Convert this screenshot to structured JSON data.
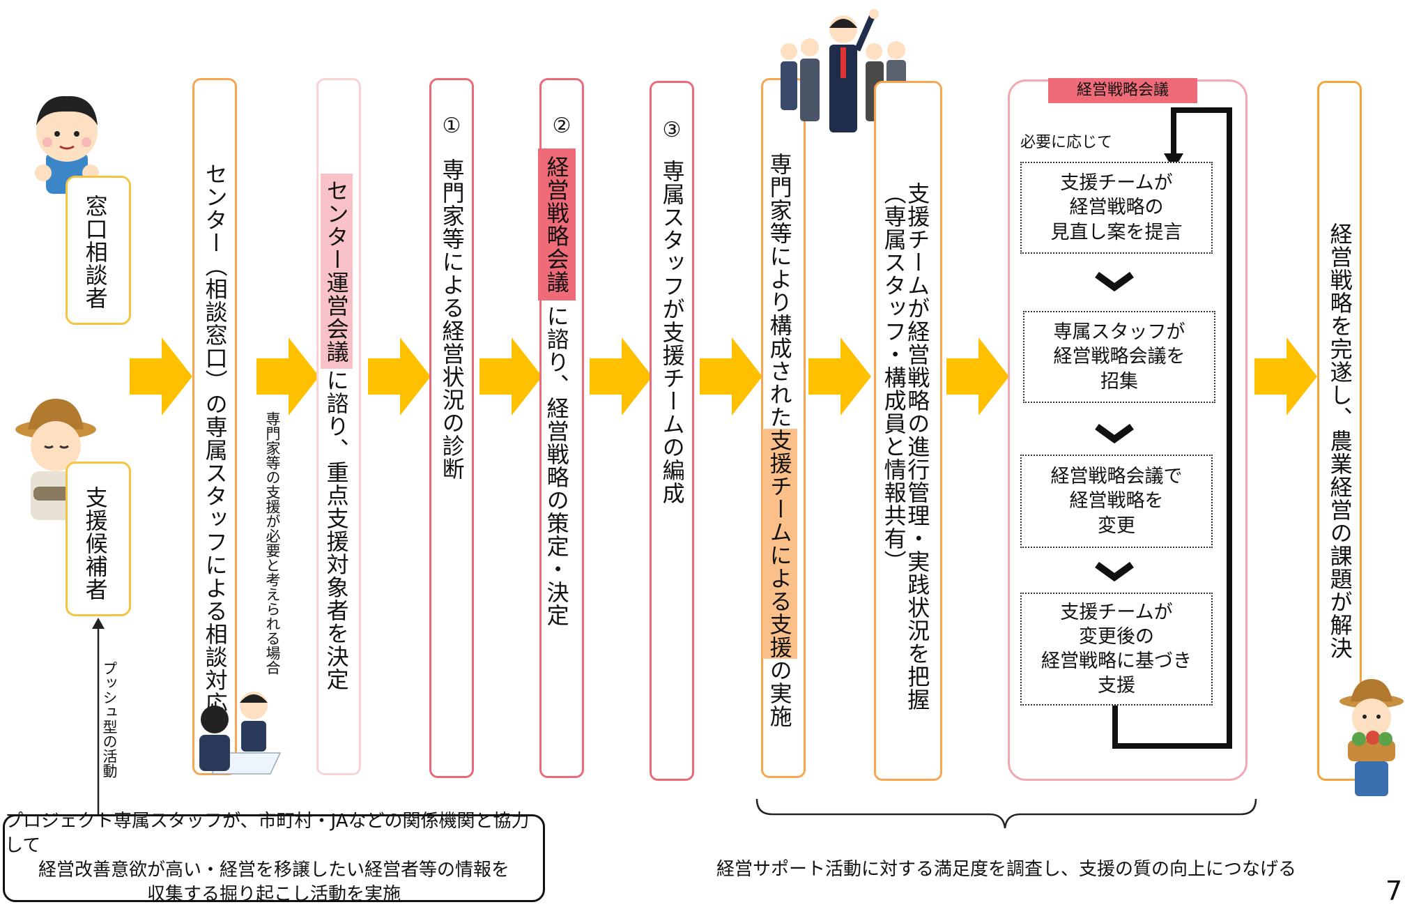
{
  "left": {
    "window_consultant": "窓口相談者",
    "support_candidate": "支援候補者",
    "push_activity": "プッシュ型の活動",
    "project_box_lines": [
      "プロジェクト専属スタッフが、市町村・JAなどの関係機関と協力して",
      "経営改善意欲が高い・経営を移譲したい経営者等の情報を",
      "収集する掘り起こし活動を実施"
    ]
  },
  "columns": {
    "center": {
      "text": "センター（相談窓口）の専属スタッフによる相談対応"
    },
    "note_expert": "専門家等の支援が必要と考えられる場合",
    "meeting": {
      "highlight": "センター運営会議",
      "rest": "に諮り、重点支援対象者を決定"
    },
    "step1": {
      "num": "①",
      "text": "専門家等による経営状況の診断"
    },
    "step2": {
      "num": "②",
      "highlight": "経営戦略会議",
      "rest": "に諮り、経営戦略の策定・決定"
    },
    "step3": {
      "num": "③",
      "text": "専属スタッフが支援チームの編成"
    },
    "team_support": {
      "pre": "専門家等により構成された",
      "highlight": "支援チームによる支援",
      "post": "の実施"
    },
    "progress": {
      "line1": "支援チームが経営戦略の進行管理・実践状況を把握",
      "line2": "（専属スタッフ・構成員と情報共有）"
    },
    "final": {
      "text": "経営戦略を完遂し、農業経営の課題が解決"
    }
  },
  "strategy_panel": {
    "header": "経営戦略会議",
    "as_needed": "必要に応じて",
    "steps": [
      [
        "支援チームが",
        "経営戦略の",
        "見直し案を提言"
      ],
      [
        "専属スタッフが",
        "経営戦略会議を",
        "招集"
      ],
      [
        "経営戦略会議で",
        "経営戦略を",
        "変更"
      ],
      [
        "支援チームが",
        "変更後の",
        "経営戦略に基づき",
        "支援"
      ]
    ]
  },
  "bottom_caption": "経営サポート活動に対する満足度を調査し、支援の質の向上につなげる",
  "page_number": "7",
  "colors": {
    "arrow": "#ffc000",
    "orange_border": "#f9a54f",
    "pink_border": "#f3a7b0",
    "red_border": "#ea6a77",
    "yellow_border": "#f6c343",
    "header_red": "#ef6b78"
  }
}
